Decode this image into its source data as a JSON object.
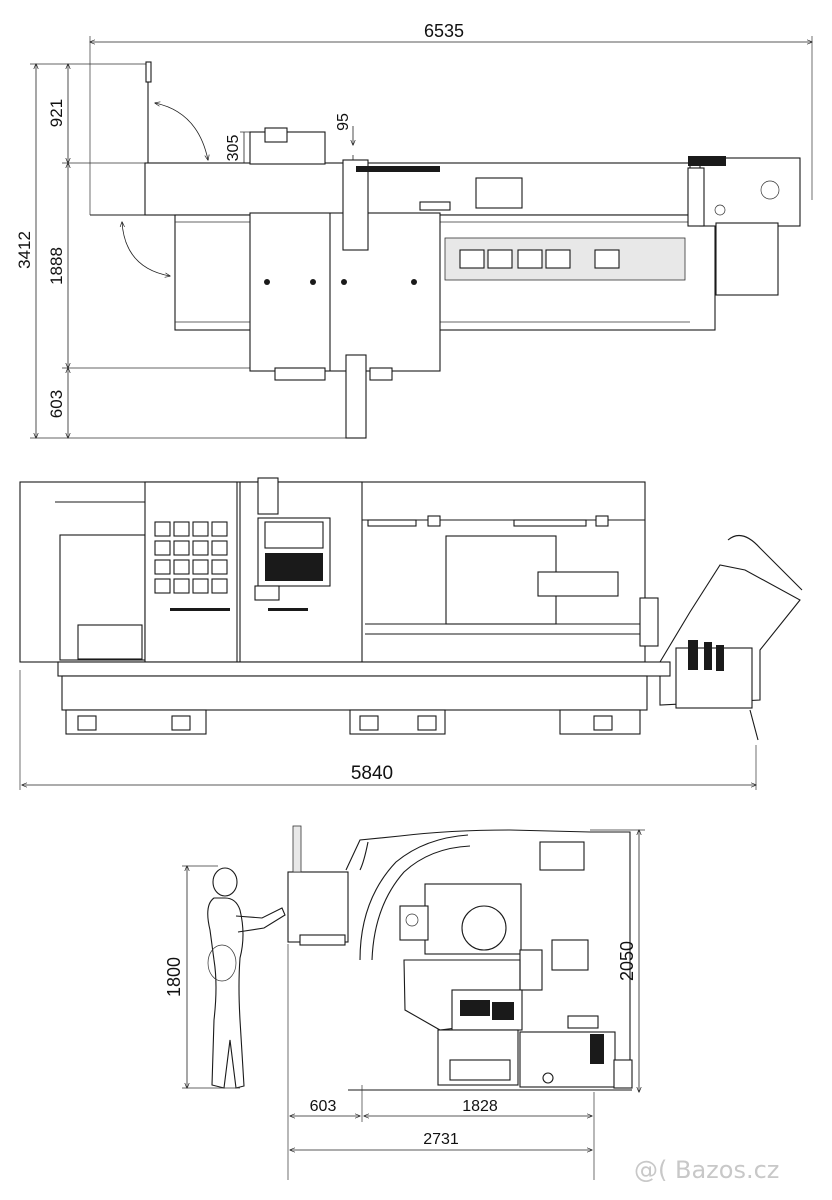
{
  "dimensions": {
    "top_overall_width": "6535",
    "top_overall_depth": "3412",
    "top_upper": "921",
    "top_mid": "1888",
    "top_lower": "603",
    "top_305": "305",
    "top_95": "95",
    "front_length": "5840",
    "side_height": "1800",
    "side_total_height": "2050",
    "side_603": "603",
    "side_1828": "1828",
    "side_2731": "2731"
  },
  "watermark": "@( Bazos.cz"
}
